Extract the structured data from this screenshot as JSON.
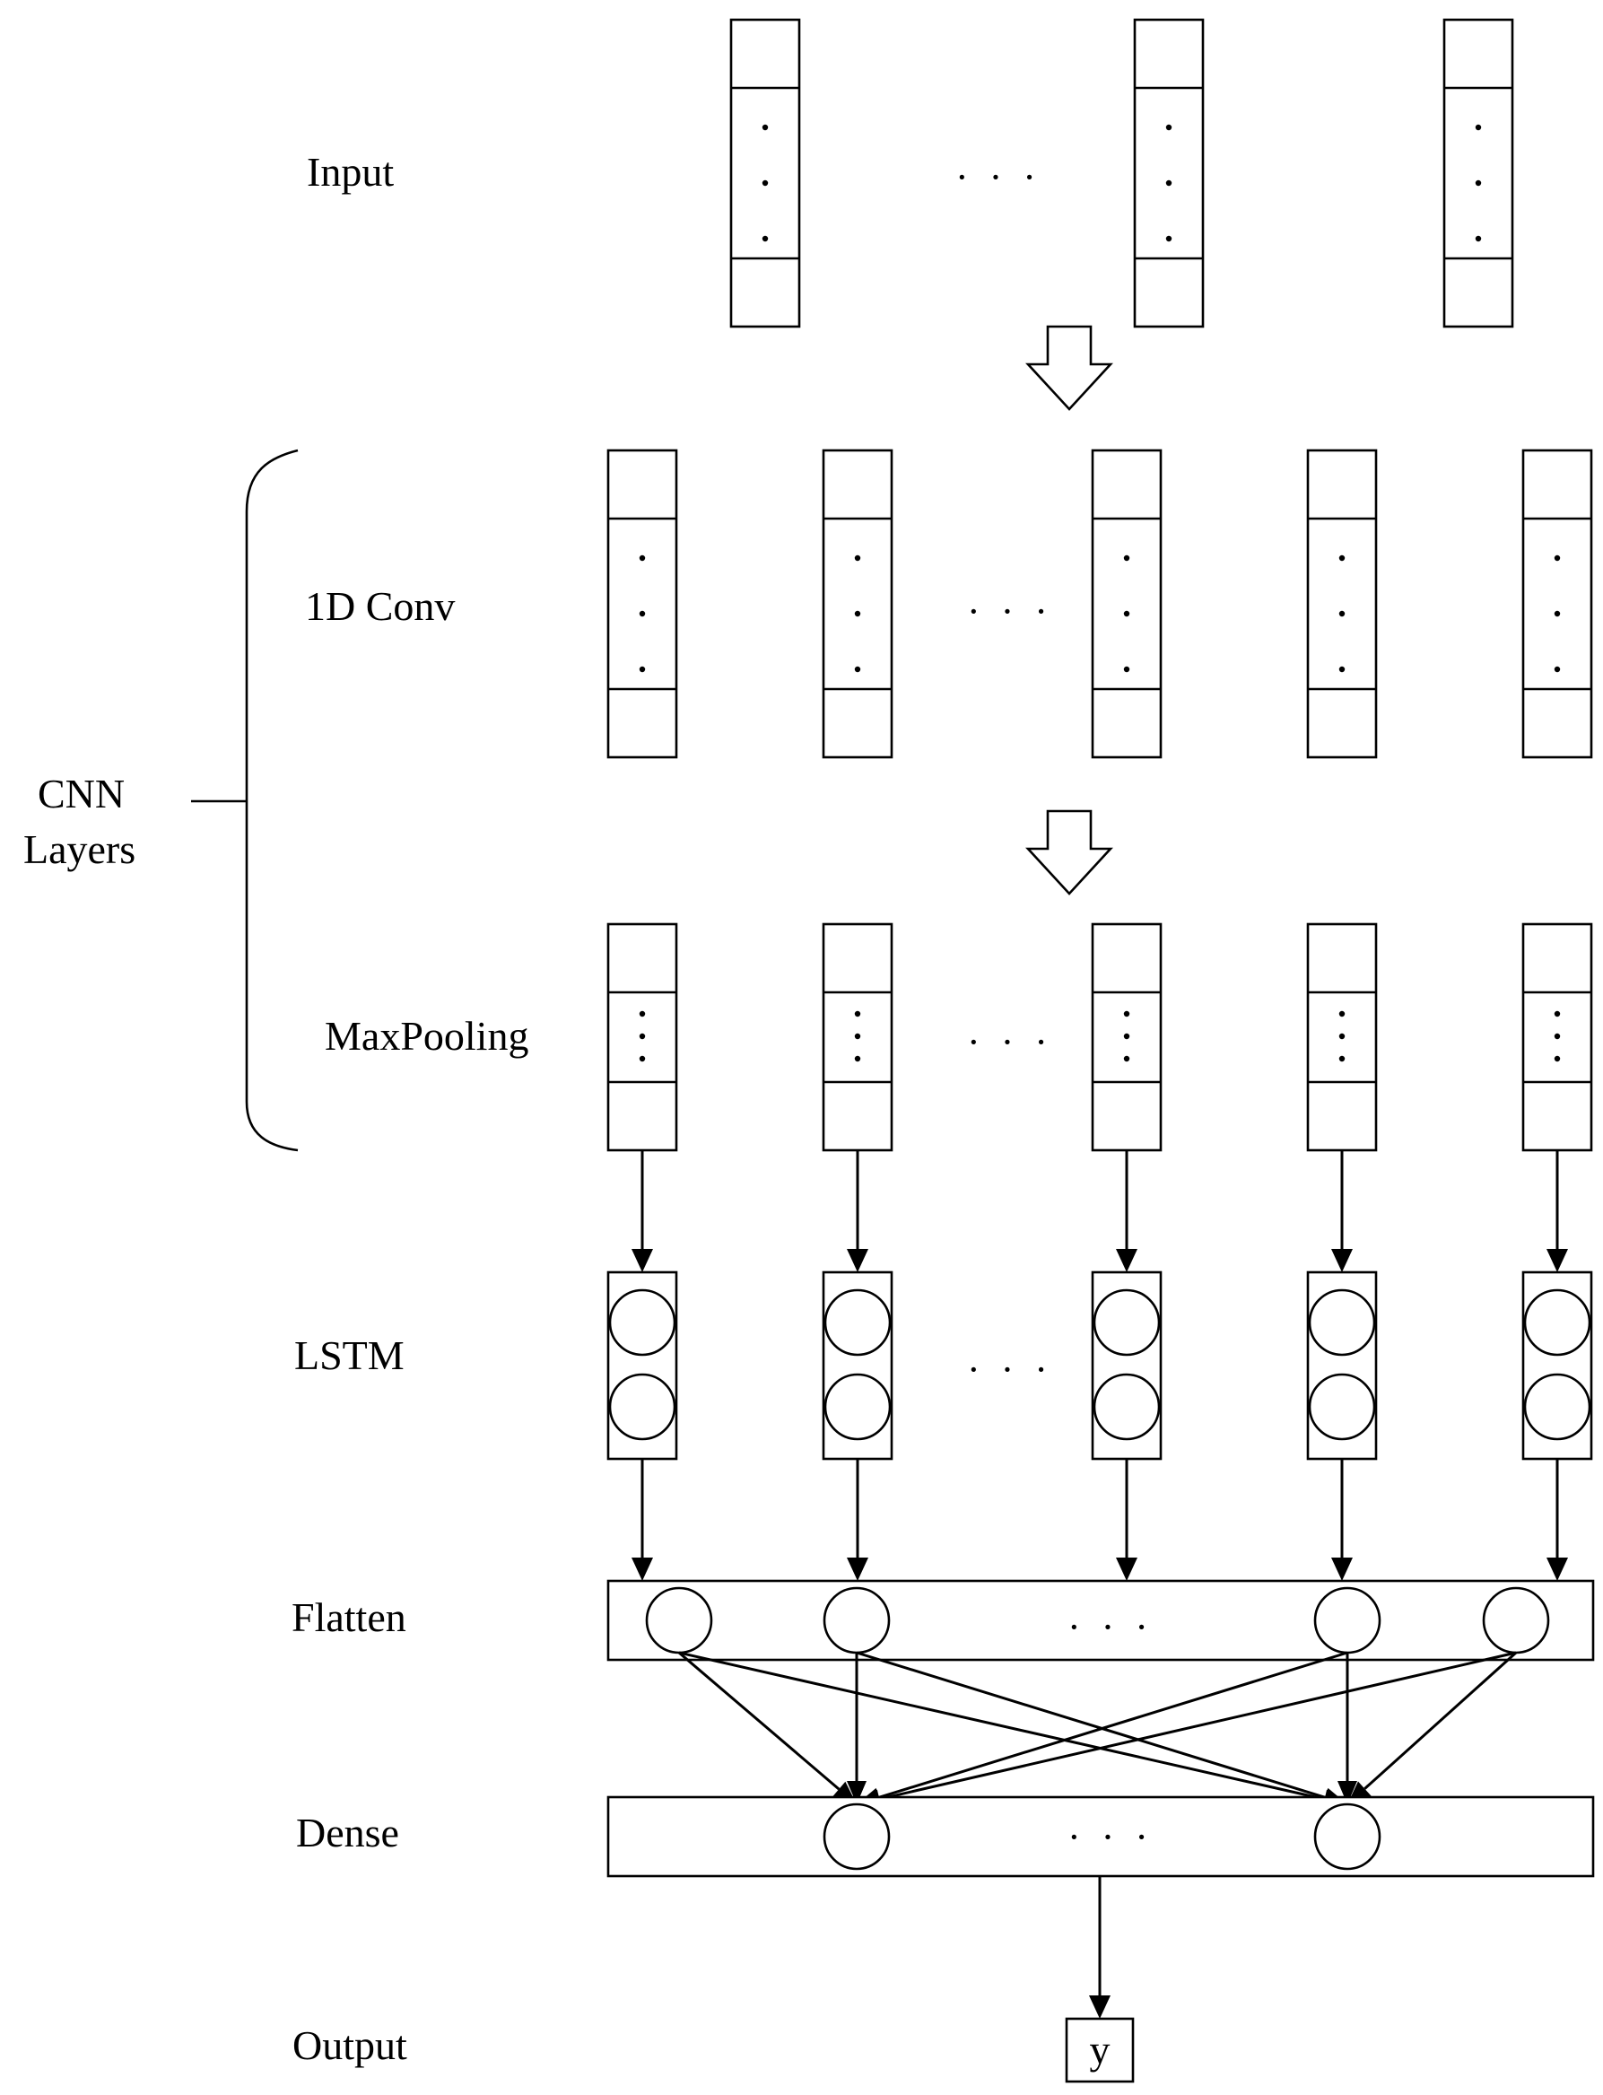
{
  "layers": {
    "input": "Input",
    "conv": "1D Conv",
    "cnn_group_line1": "CNN",
    "cnn_group_line2": "Layers",
    "maxpool": "MaxPooling",
    "lstm": "LSTM",
    "flatten": "Flatten",
    "dense": "Dense",
    "output": "Output"
  },
  "output_symbol": "y",
  "ellipsis": "· · ·",
  "colors": {
    "stroke": "#000000",
    "background": "#ffffff"
  }
}
